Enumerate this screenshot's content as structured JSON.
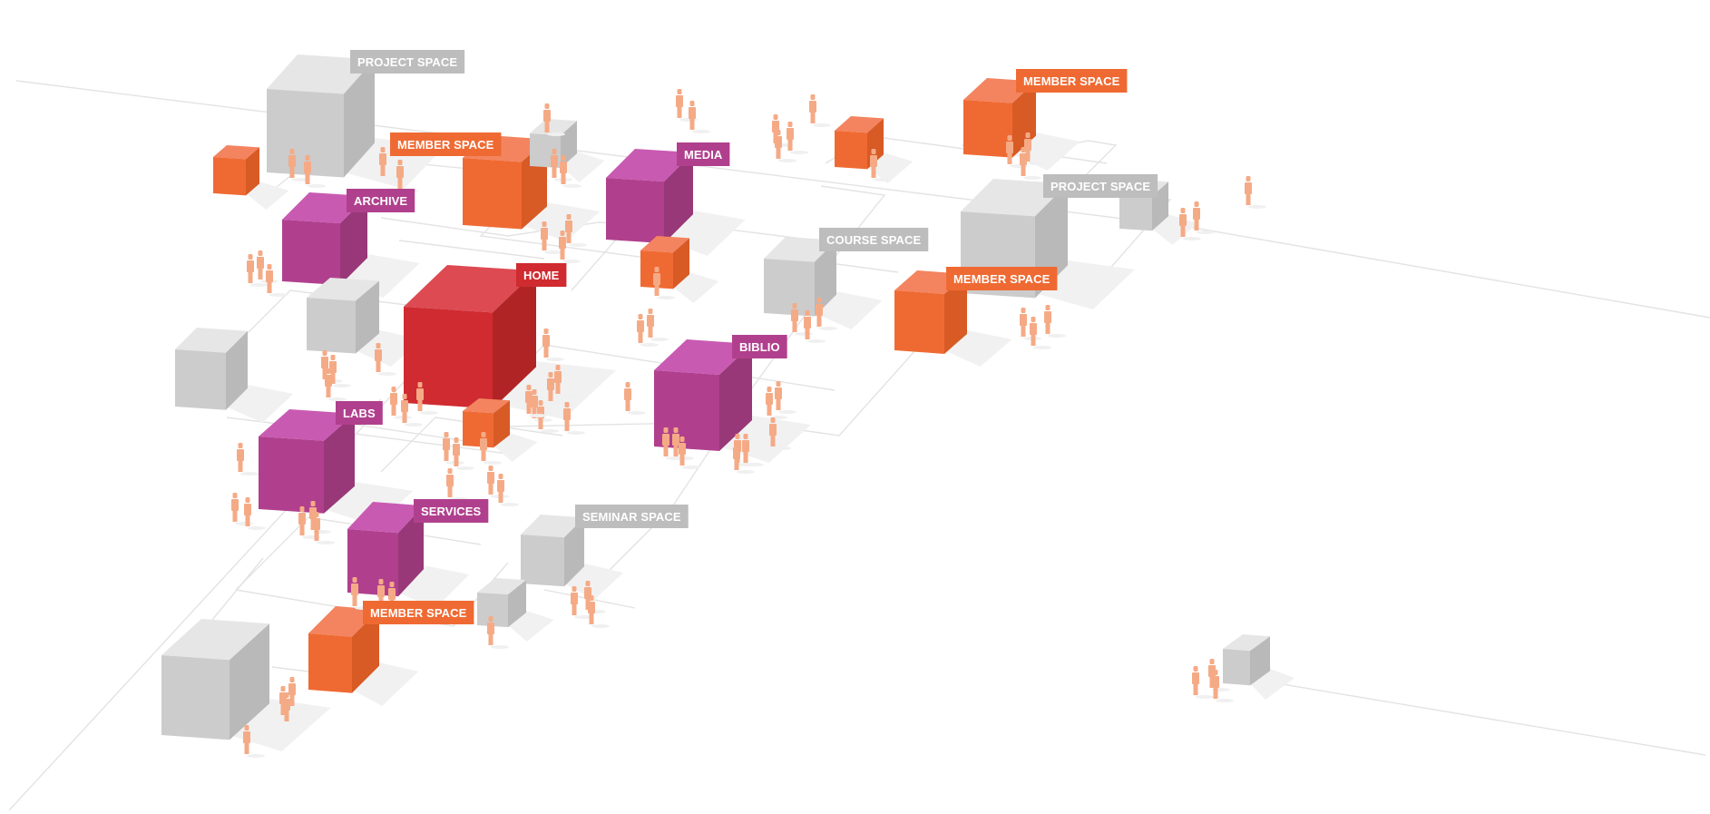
{
  "title": "Isometric space map",
  "palette": {
    "red": {
      "top": "#dd4a52",
      "front": "#cf2b30",
      "side": "#b12425",
      "tag": "#cf2b30"
    },
    "magenta": {
      "top": "#c95ab2",
      "front": "#b0408d",
      "side": "#983878",
      "tag": "#b0408d"
    },
    "orange": {
      "top": "#f3845f",
      "front": "#ef6a33",
      "side": "#d85a25",
      "tag": "#ef6a33"
    },
    "gray": {
      "top": "#e6e6e6",
      "front": "#cccccc",
      "side": "#b9b9b9",
      "tag": "#bdbdbd"
    },
    "person": "#f5aa86"
  },
  "spaces": [
    {
      "id": "home",
      "label": "HOME",
      "kind": "red"
    },
    {
      "id": "archive",
      "label": "ARCHIVE",
      "kind": "magenta"
    },
    {
      "id": "media",
      "label": "MEDIA",
      "kind": "magenta"
    },
    {
      "id": "biblio",
      "label": "BIBLIO",
      "kind": "magenta"
    },
    {
      "id": "labs",
      "label": "LABS",
      "kind": "magenta"
    },
    {
      "id": "services",
      "label": "SERVICES",
      "kind": "magenta"
    },
    {
      "id": "project-space-1",
      "label": "PROJECT SPACE",
      "kind": "gray"
    },
    {
      "id": "project-space-2",
      "label": "PROJECT SPACE",
      "kind": "gray"
    },
    {
      "id": "course-space",
      "label": "COURSE SPACE",
      "kind": "gray"
    },
    {
      "id": "seminar-space",
      "label": "SEMINAR SPACE",
      "kind": "gray"
    },
    {
      "id": "member-space-1",
      "label": "MEMBER SPACE",
      "kind": "orange"
    },
    {
      "id": "member-space-2",
      "label": "MEMBER SPACE",
      "kind": "orange"
    },
    {
      "id": "member-space-3",
      "label": "MEMBER SPACE",
      "kind": "orange"
    },
    {
      "id": "member-space-4",
      "label": "MEMBER SPACE",
      "kind": "orange"
    },
    {
      "id": "unlabeled-orange-1",
      "label": "",
      "kind": "orange"
    },
    {
      "id": "unlabeled-orange-2",
      "label": "",
      "kind": "orange"
    },
    {
      "id": "unlabeled-orange-3",
      "label": "",
      "kind": "orange"
    },
    {
      "id": "unlabeled-orange-4",
      "label": "",
      "kind": "orange"
    },
    {
      "id": "unlabeled-gray-1",
      "label": "",
      "kind": "gray"
    },
    {
      "id": "unlabeled-gray-2",
      "label": "",
      "kind": "gray"
    },
    {
      "id": "unlabeled-gray-3",
      "label": "",
      "kind": "gray"
    },
    {
      "id": "unlabeled-gray-4",
      "label": "",
      "kind": "gray"
    },
    {
      "id": "unlabeled-gray-5",
      "label": "",
      "kind": "gray"
    },
    {
      "id": "unlabeled-gray-6",
      "label": "",
      "kind": "gray"
    },
    {
      "id": "unlabeled-gray-7",
      "label": "",
      "kind": "gray"
    }
  ]
}
